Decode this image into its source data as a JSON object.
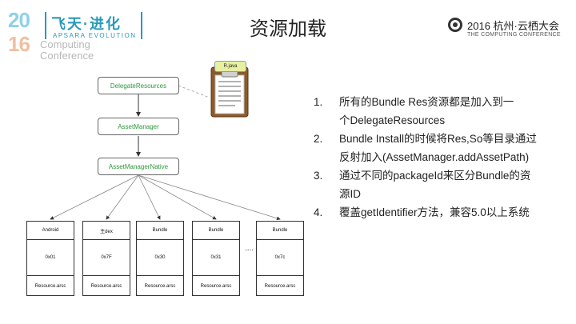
{
  "header": {
    "logo_left": {
      "year_top": "20",
      "year_bottom": "16",
      "evolution_cn": "飞天·进化",
      "evolution_en": "APSARA EVOLUTION",
      "computing": "Computing",
      "conference": "Conference"
    },
    "title": "资源加载",
    "logo_right": {
      "line1": "2016 杭州·云栖大会",
      "line2": "THE COMPUTING CONFERENCE"
    }
  },
  "diagram": {
    "nodes": {
      "delegate": "DelegateResources",
      "asset_manager": "AssetManager",
      "asset_manager_native": "AssetManagerNative"
    },
    "clipboard_label": "R.java",
    "columns": [
      {
        "header": "Android",
        "id": "0x01",
        "file": "Resource.arsc"
      },
      {
        "header": "主dex",
        "id": "0x7F",
        "file": "Resource.arsc"
      },
      {
        "header": "Bundle",
        "id": "0x30",
        "file": "Resource.arsc"
      },
      {
        "header": "Bundle",
        "id": "0x31",
        "file": "Resource.arsc"
      },
      {
        "header": "Bundle",
        "id": "0x7c",
        "file": "Resource.arsc"
      }
    ],
    "ellipsis": "....",
    "colors": {
      "node_text": "#2b9a3a",
      "clip_label_bg": "#e6f0a0"
    }
  },
  "list": [
    {
      "num": "1.",
      "lines": [
        "所有的Bundle Res资源都是加入到一",
        "个DelegateResources"
      ]
    },
    {
      "num": "2.",
      "lines": [
        "Bundle Install的时候将Res,So等目录通过",
        "反射加入(AssetManager.addAssetPath)"
      ]
    },
    {
      "num": "3.",
      "lines": [
        "通过不同的packageId来区分Bundle的资",
        "源ID"
      ]
    },
    {
      "num": "4.",
      "lines": [
        "覆盖getIdentifier方法，兼容5.0以上系统"
      ]
    }
  ]
}
